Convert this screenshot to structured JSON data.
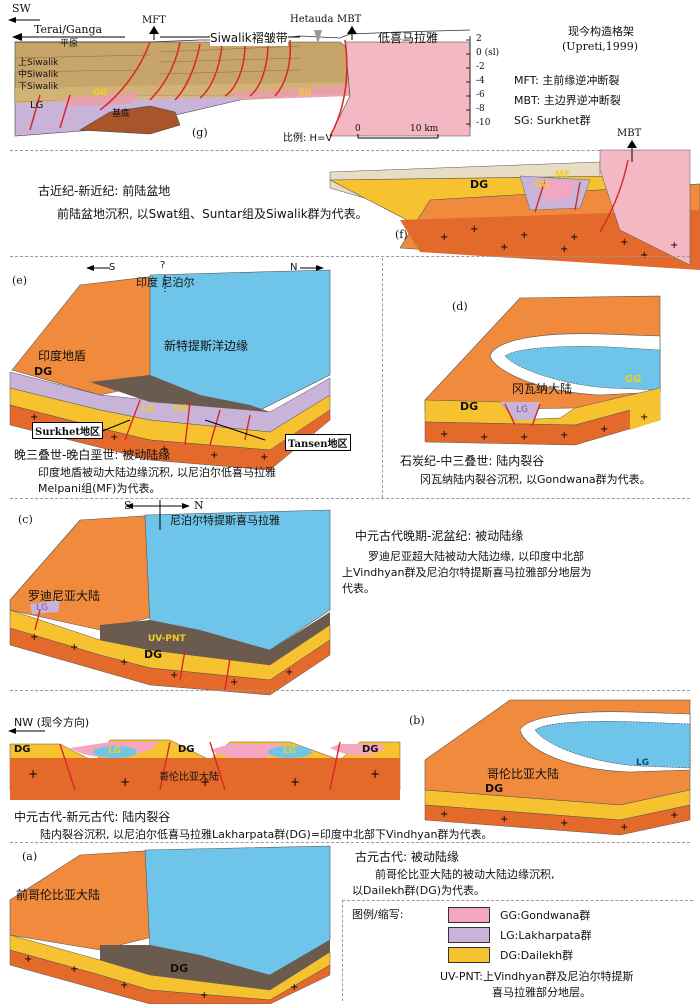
{
  "panel_g": {
    "sw": "SW",
    "terai_ganga": "Terai/Ganga",
    "plain": "平原",
    "mft": "MFT",
    "hetauda": "Hetauda",
    "mbt": "MBT",
    "siwalik_fold_belt": "Siwalik褶皱带",
    "lesser_himalaya": "低喜马拉雅",
    "upper_siwalik": "上Siwalik",
    "middle_siwalik": "中Siwalik",
    "lower_siwalik": "下Siwalik",
    "gg": "GG",
    "lg": "LG",
    "sg": "SG",
    "basement": "基底",
    "label": "(g)",
    "depth_ticks": [
      "2",
      "0 (sl)",
      "-2",
      "-4",
      "-6",
      "-8",
      "-10"
    ],
    "scale_label": "比例: H=V",
    "scale_0": "0",
    "scale_10": "10 km",
    "title": "现今构造格架",
    "ref": "(Upreti,1999)",
    "abbr": [
      "MFT: 主前缘逆冲断裂",
      "MBT: 主边界逆冲断裂",
      "SG: Surkhet群"
    ]
  },
  "panel_f": {
    "label": "(f)",
    "mbt": "MBT",
    "dg": "DG",
    "mf": "MF",
    "gg": "GG",
    "heading": "古近纪-新近纪: 前陆盆地",
    "desc": "前陆盆地沉积, 以Swat组、Suntar组及Siwalik群为代表。"
  },
  "panel_e": {
    "label": "(e)",
    "s": "S",
    "n": "N",
    "question": "?",
    "india_nepal": "印度  尼泊尔",
    "india_shield": "印度地盾",
    "neotethys_margin": "新特提斯洋边缘",
    "dg": "DG",
    "lg": "LG",
    "gg": "GG",
    "surkhet": "Surkhet地区",
    "tansen": "Tansen地区",
    "heading": "晚三叠世-晚白垩世: 被动陆缘",
    "desc1": "印度地盾被动大陆边缘沉积, 以尼泊尔低喜马拉雅",
    "desc2": "Melpani组(MF)为代表。"
  },
  "panel_d": {
    "label": "(d)",
    "gondwana": "冈瓦纳大陆",
    "gg": "GG",
    "dg": "DG",
    "lg": "LG",
    "heading": "石炭纪-中三叠世: 陆内裂谷",
    "desc": "冈瓦纳陆内裂谷沉积, 以Gondwana群为代表。"
  },
  "panel_c": {
    "label": "(c)",
    "s": "S",
    "n": "N",
    "nepal_tethys": "尼泊尔特提斯喜马拉雅",
    "rodinia": "罗迪尼亚大陆",
    "uv_pnt": "UV-PNT",
    "dg": "DG",
    "lg": "LG",
    "heading": "中元古代晚期-泥盆纪: 被动陆缘",
    "desc1": "罗迪尼亚超大陆被动大陆边缘, 以印度中北部",
    "desc2": "上Vindhyan群及尼泊尔特提斯喜马拉雅部分地层为",
    "desc3": "代表。"
  },
  "panel_b": {
    "nw": "NW (现今方向)",
    "dg": "DG",
    "lg": "LG",
    "columbia_small": "哥伦比亚大陆",
    "label": "(b)",
    "columbia": "哥伦比亚大陆",
    "heading": "中元古代-新元古代: 陆内裂谷",
    "desc": "陆内裂谷沉积, 以尼泊尔低喜马拉雅Lakharpata群(DG)=印度中北部下Vindhyan群为代表。"
  },
  "panel_a": {
    "label": "(a)",
    "pre_columbia": "前哥伦比亚大陆",
    "dg": "DG",
    "heading": "古元古代: 被动陆缘",
    "desc1": "前哥伦比亚大陆的被动大陆边缘沉积,",
    "desc2": "以Dailekh群(DG)为代表。"
  },
  "legend": {
    "title": "图例/缩写:",
    "items": [
      {
        "label": "GG:Gondwana群",
        "color": "#f4a6c0"
      },
      {
        "label": "LG:Lakharpata群",
        "color": "#c9b3d9"
      },
      {
        "label": "DG:Dailekh群",
        "color": "#f6c230"
      }
    ],
    "uv1": "UV-PNT:上Vindhyan群及尼泊尔特提斯",
    "uv2": "喜马拉雅部分地层。"
  }
}
